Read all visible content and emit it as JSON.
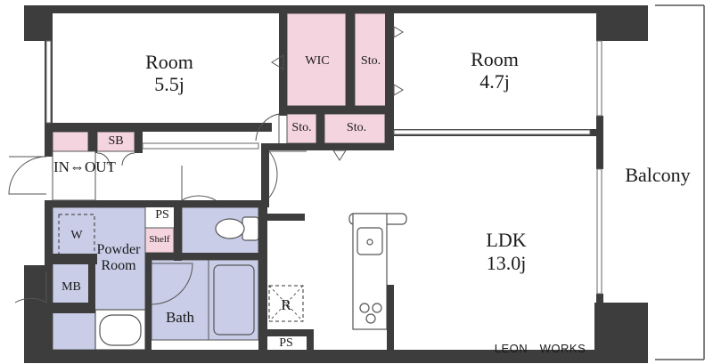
{
  "rooms": {
    "room_west_name": "Room",
    "room_west_size": "5.5j",
    "room_east_name": "Room",
    "room_east_size": "4.7j",
    "ldk_name": "LDK",
    "ldk_size": "13.0j",
    "wic": "WIC",
    "storage_top": "Sto.",
    "storage_mid_left": "Sto.",
    "storage_mid_right": "Sto.",
    "shoe_box": "SB",
    "entrance": "IN⇔OUT",
    "washer": "W",
    "pipe_shaft_upper": "PS",
    "shelf": "Shelf",
    "powder_room_line1": "Powder",
    "powder_room_line2": "Room",
    "meter_box": "MB",
    "bath": "Bath",
    "refrigerator": "R",
    "pipe_shaft_lower": "PS",
    "balcony": "Balcony"
  },
  "credit": "LEON　WORKS",
  "colors": {
    "wall": "#3d3d3d",
    "storage_fill": "#f4d4de",
    "wet_area_fill": "#c9cde8",
    "outline": "#555555"
  }
}
